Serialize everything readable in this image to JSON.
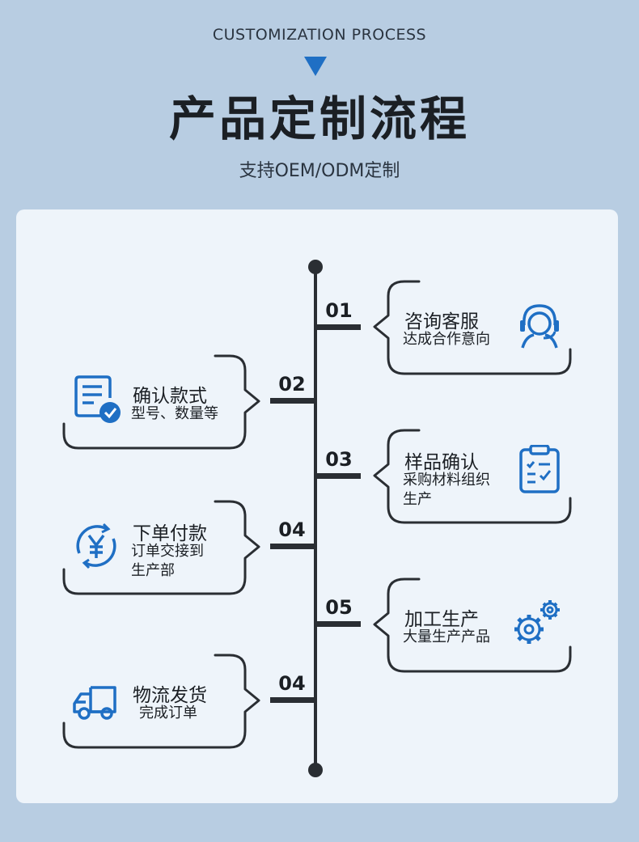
{
  "header": {
    "eyebrow": "CUSTOMIZATION PROCESS",
    "title": "产品定制流程",
    "subtitle": "支持OEM/ODM定制"
  },
  "steps": [
    {
      "num": "01",
      "title": "咨询客服",
      "desc1": "达成合作意向",
      "desc2": "",
      "icon": "customer-service-icon"
    },
    {
      "num": "02",
      "title": "确认款式",
      "desc1": "型号、数量等",
      "desc2": "",
      "icon": "document-check-icon"
    },
    {
      "num": "03",
      "title": "样品确认",
      "desc1": "采购材料组织",
      "desc2": "生产",
      "icon": "clipboard-check-icon"
    },
    {
      "num": "04",
      "title": "下单付款",
      "desc1": "订单交接到",
      "desc2": "生产部",
      "icon": "yuan-refresh-icon"
    },
    {
      "num": "05",
      "title": "加工生产",
      "desc1": "大量生产产品",
      "desc2": "",
      "icon": "gears-icon"
    },
    {
      "num": "04",
      "title": "物流发货",
      "desc1": "完成订单",
      "desc2": "",
      "icon": "delivery-truck-icon"
    }
  ],
  "colors": {
    "accent": "#1f6fc4",
    "line": "#2a2e33",
    "background": "#b8cde2",
    "panel": "#eef4fa"
  }
}
